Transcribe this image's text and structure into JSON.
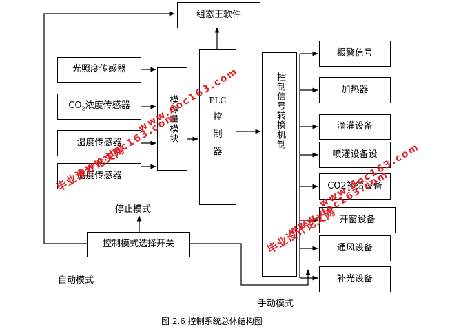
{
  "software": "组态王软件",
  "sensors": [
    {
      "label": "光照度传感器"
    },
    {
      "label_prefix": "CO",
      "label_sub": "2",
      "label_rest": "浓度传感器"
    },
    {
      "label": "湿度传感器"
    },
    {
      "label": "温度传感器"
    }
  ],
  "analog_module": "模拟量模块",
  "plc": {
    "latin": "PLC",
    "chars": [
      "控",
      "制",
      "器"
    ]
  },
  "converter": "控制信号转换机制",
  "outputs": [
    "报警信号",
    "加热器",
    "滴灌设备",
    "喷灌设备设",
    "CO2补给设备",
    "开窗设备",
    "通风设备",
    "补光设备"
  ],
  "stop_mode": "停止模式",
  "mode_switch": "控制模式选择开关",
  "auto_mode": "自动模式",
  "manual_mode": "手动模式",
  "caption": "图 2.6  控制系统总体结构图",
  "watermark": {
    "cn": "毕业设计论文网",
    "url": "www.doc163.com",
    "color": "#e0181f"
  }
}
